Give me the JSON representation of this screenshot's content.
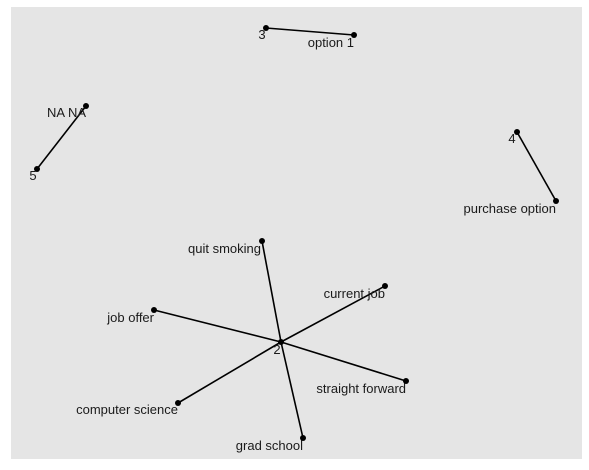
{
  "colors": {
    "panel": "#e5e5e5",
    "edge": "#000000",
    "node": "#000000",
    "label": "#1a1a1a"
  },
  "labels": {
    "n3": "3",
    "option1": "option 1",
    "nana": "NA NA",
    "n5": "5",
    "n4": "4",
    "purchase": "purchase option",
    "quit": "quit smoking",
    "current": "current job",
    "offer": "job offer",
    "n2": "2",
    "straight": "straight forward",
    "cs": "computer science",
    "grad": "grad school"
  },
  "edges": [
    [
      "n3",
      "option1"
    ],
    [
      "nana",
      "n5"
    ],
    [
      "n4",
      "purchase"
    ],
    [
      "n2",
      "quit"
    ],
    [
      "n2",
      "current"
    ],
    [
      "n2",
      "offer"
    ],
    [
      "n2",
      "straight"
    ],
    [
      "n2",
      "cs"
    ],
    [
      "n2",
      "grad"
    ]
  ]
}
